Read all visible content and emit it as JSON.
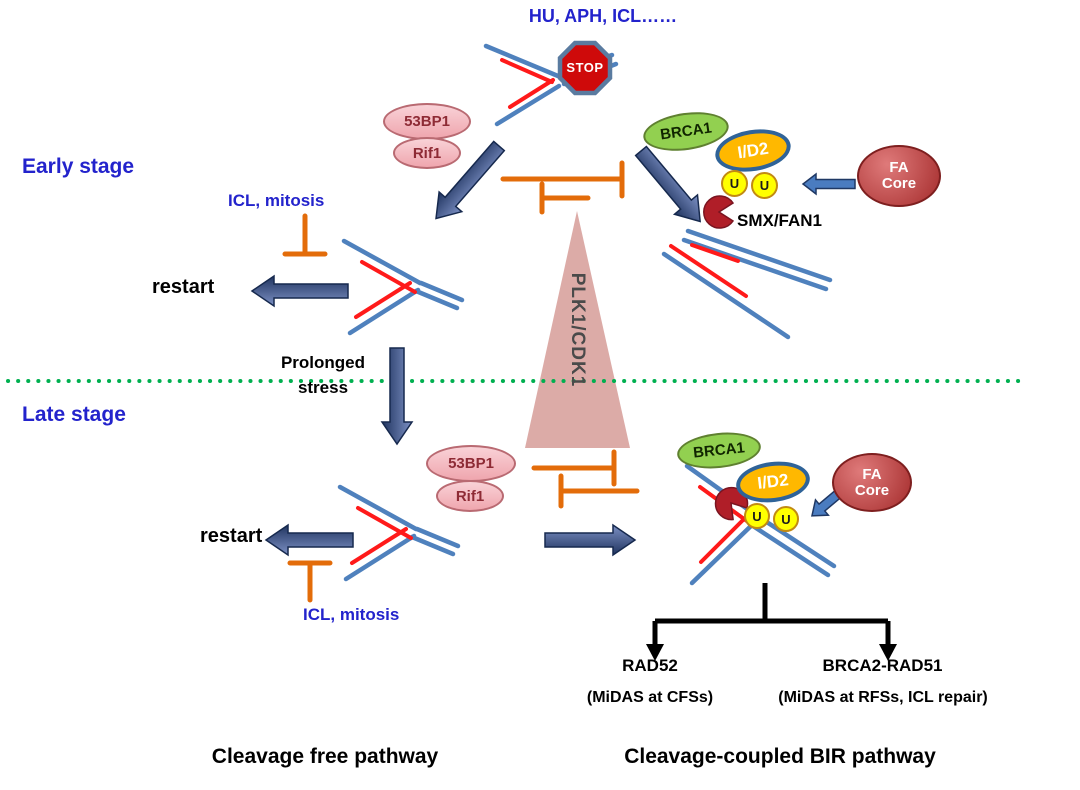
{
  "colors": {
    "blue_label": "#2323CC",
    "inhibition_orange": "#E36C0A",
    "arrow_navy": "#24407E",
    "divider_green": "#00B050",
    "stop_red": "#CF0A0A",
    "pink_oval": "#F4BCC2",
    "green_oval": "#92D050",
    "gold_oval": "#FFB800",
    "ubiquitin_yellow": "#FFFF00",
    "fa_core_red": "#B73333",
    "fork_blue": "#4F81BD",
    "fork_red": "#FF1A1A",
    "kinase_triangle": "#D49894"
  },
  "top": {
    "stress_inducers": "HU, APH, ICL……",
    "stop_sign": "STOP"
  },
  "stages": {
    "early": "Early stage",
    "late": "Late stage"
  },
  "center": {
    "kinase_gradient": "PLK1/CDK1",
    "prolonged_line1": "Prolonged",
    "prolonged_line2": "stress"
  },
  "early": {
    "p53bp1": "53BP1",
    "rif1": "Rif1",
    "icl_mitosis": "ICL, mitosis",
    "restart": "restart",
    "brca1": "BRCA1",
    "id2": "I/D2",
    "ub_left": "U",
    "ub_right": "U",
    "fa_line1": "FA",
    "fa_line2": "Core",
    "smx_fan1": "SMX/FAN1"
  },
  "late": {
    "p53bp1": "53BP1",
    "rif1": "Rif1",
    "icl_mitosis": "ICL, mitosis",
    "restart": "restart",
    "brca1": "BRCA1",
    "id2": "I/D2",
    "ub_left": "U",
    "ub_right": "U",
    "fa_line1": "FA",
    "fa_line2": "Core",
    "rad52": "RAD52",
    "rad52_note": "(MiDAS at CFSs)",
    "brca2_rad51": "BRCA2-RAD51",
    "brca2_note": "(MiDAS at RFSs, ICL repair)"
  },
  "footer": {
    "pathway_left": "Cleavage free pathway",
    "pathway_right": "Cleavage-coupled BIR pathway"
  }
}
